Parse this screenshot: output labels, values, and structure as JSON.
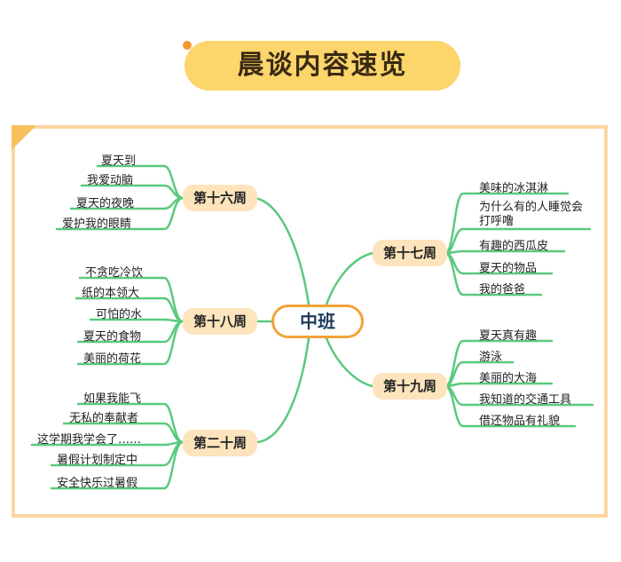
{
  "title": "晨谈内容速览",
  "center": "中班",
  "colors": {
    "branch": "#5bc97e",
    "accent": "#f2a23a",
    "title_bg": "#fcd56b",
    "node_bg": "#fde4bd",
    "panel_border": "#fbd5a0"
  },
  "branches": [
    {
      "label": "第十六周",
      "items": [
        "夏天到",
        "我爱动脑",
        "夏天的夜晚",
        "爱护我的眼睛"
      ]
    },
    {
      "label": "第十八周",
      "items": [
        "不贪吃冷饮",
        "纸的本领大",
        "可怕的水",
        "夏天的食物",
        "美丽的荷花"
      ]
    },
    {
      "label": "第二十周",
      "items": [
        "如果我能飞",
        "无私的奉献者",
        "这学期我学会了……",
        "暑假计划制定中",
        "安全快乐过暑假"
      ]
    },
    {
      "label": "第十七周",
      "items": [
        "美味的冰淇淋",
        "为什么有的人睡觉会打呼噜",
        "有趣的西瓜皮",
        "夏天的物品",
        "我的爸爸"
      ]
    },
    {
      "label": "第十九周",
      "items": [
        "夏天真有趣",
        "游泳",
        "美丽的大海",
        "我知道的交通工具",
        "借还物品有礼貌"
      ]
    }
  ]
}
